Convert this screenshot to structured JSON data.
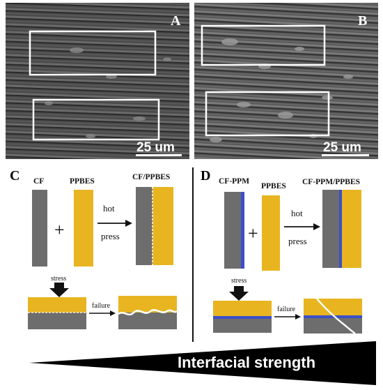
{
  "panels": {
    "A": {
      "letter": "A",
      "scale_bar": "25 um"
    },
    "B": {
      "letter": "B",
      "scale_bar": "25 um"
    },
    "C": {
      "letter": "C",
      "label_cf": "CF",
      "label_ppbes": "PPBES",
      "label_result": "CF/PPBES",
      "plus": "+",
      "arrow_top": "hot",
      "arrow_bottom": "press",
      "stress": "stress",
      "failure": "failure"
    },
    "D": {
      "letter": "D",
      "label_cf": "CF-PPM",
      "label_ppbes": "PPBES",
      "label_result": "CF-PPM/PPBES",
      "plus": "+",
      "arrow_top": "hot",
      "arrow_bottom": "press",
      "stress": "stress",
      "failure": "failure"
    }
  },
  "wedge": {
    "label": "Interfacial strength"
  },
  "colors": {
    "fiber_gray": "#6d6d6d",
    "resin_yellow": "#e8b521",
    "ppm_blue": "#3b4fc7",
    "sem_dark": "#3a3a3a",
    "wedge_black": "#000000"
  }
}
